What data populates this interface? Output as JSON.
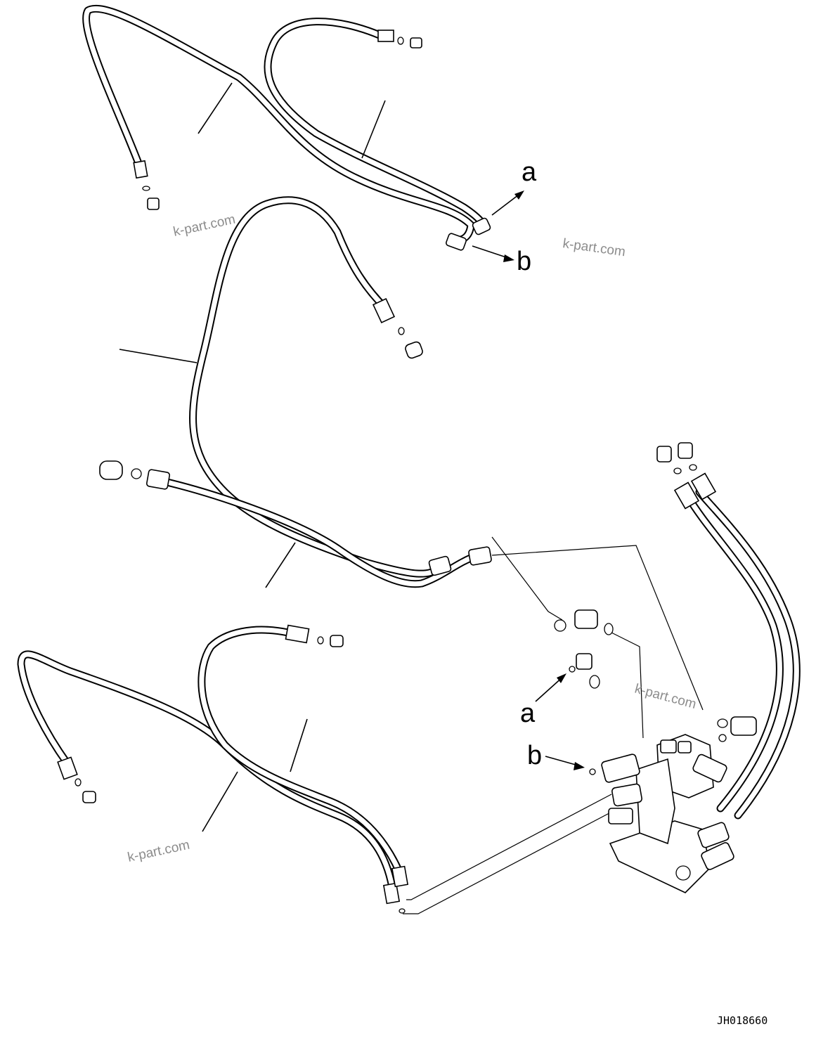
{
  "diagram": {
    "callouts": {
      "a": "a",
      "b": "b"
    },
    "watermark": "k-part.com",
    "drawing_code": "JH018660"
  }
}
